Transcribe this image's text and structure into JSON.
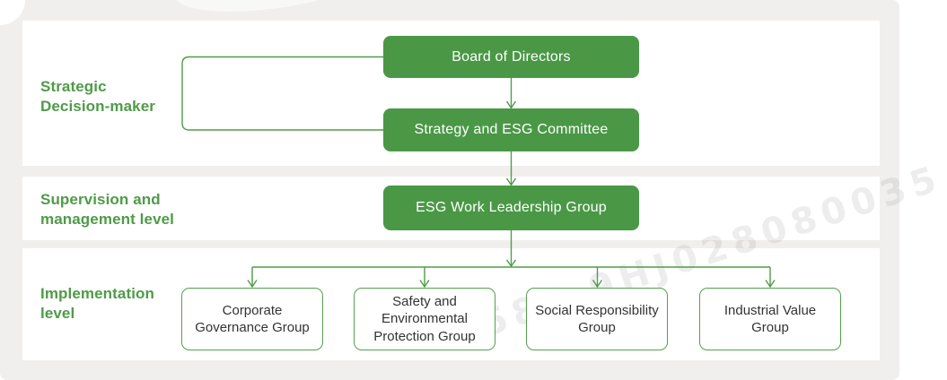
{
  "watermark": {
    "text": "7580 9HJ028080035"
  },
  "levels": [
    {
      "label": "Strategic\nDecision-maker"
    },
    {
      "label": "Supervision and\nmanagement level"
    },
    {
      "label": "Implementation\nlevel"
    }
  ],
  "nodes": {
    "board": "Board of Directors",
    "committee": "Strategy and ESG Committee",
    "leadership": "ESG Work Leadership Group",
    "groups": [
      {
        "label": "Corporate\nGovernance Group"
      },
      {
        "label": "Safety and\nEnvironmental\nProtection Group"
      },
      {
        "label": "Social Responsibility\nGroup"
      },
      {
        "label": "Industrial Value\nGroup"
      }
    ]
  },
  "colors": {
    "green_fill": "#4a9846",
    "green_line": "#4f9d48",
    "band_bg": "#ffffff",
    "panel_bg": "#f0efed",
    "dark_text": "#333333"
  }
}
